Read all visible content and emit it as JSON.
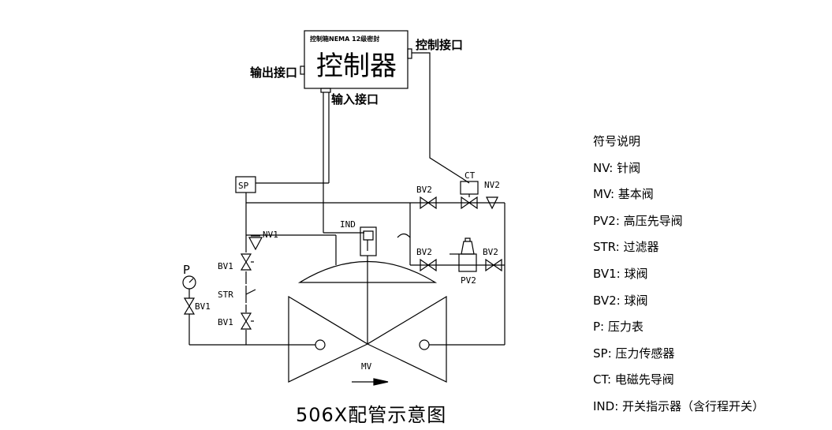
{
  "controller": {
    "box_subtitle": "控制箱NEMA 12级密封",
    "box_title": "控制器",
    "output_port": "输出接口",
    "control_port": "控制接口",
    "input_port": "输入接口"
  },
  "labels": {
    "sp": "SP",
    "ct": "CT",
    "nv2": "NV2",
    "bv2_top": "BV2",
    "bv2_mid": "BV2",
    "bv2_right": "BV2",
    "pv2": "PV2",
    "ind": "IND",
    "nv1": "NV1",
    "bv1_top": "BV1",
    "str": "STR",
    "bv1_bottom": "BV1",
    "bv1_gauge": "BV1",
    "p": "P",
    "mv": "MV"
  },
  "caption": "506X配管示意图",
  "legend": {
    "title": "符号说明",
    "items": [
      "NV: 针阀",
      "MV: 基本阀",
      "PV2: 高压先导阀",
      "STR: 过滤器",
      "BV1: 球阀",
      "BV2: 球阀",
      "P: 压力表",
      "SP: 压力传感器",
      "CT: 电磁先导阀",
      "IND: 开关指示器（含行程开关）"
    ]
  },
  "colors": {
    "line": "#000000",
    "background": "#ffffff"
  }
}
